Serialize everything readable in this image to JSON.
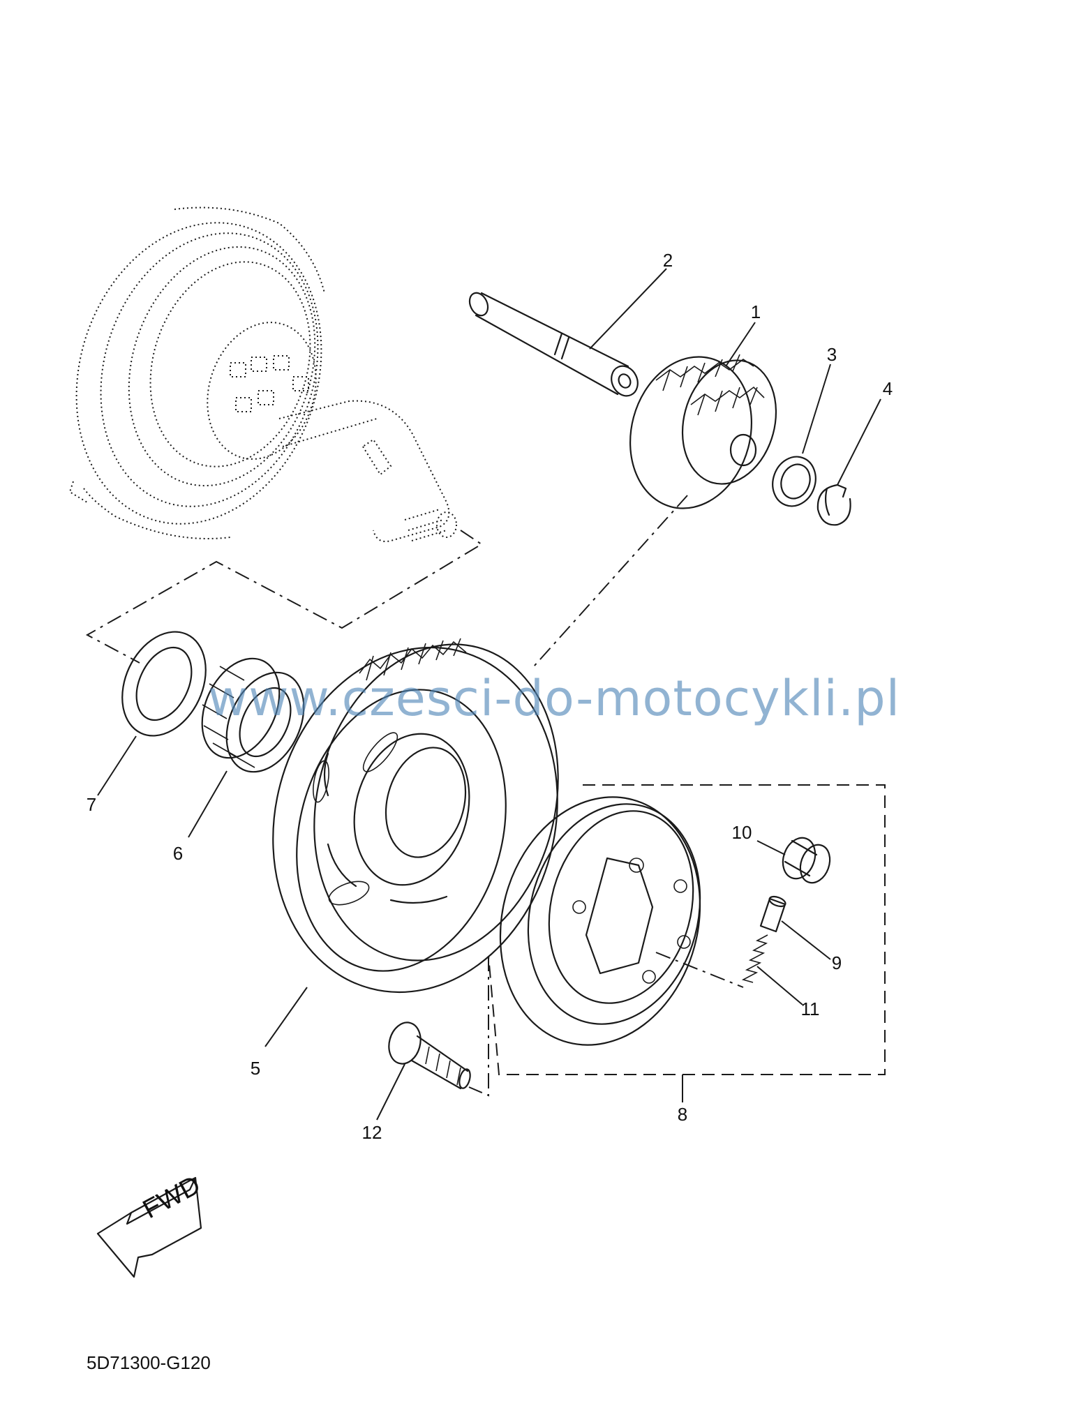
{
  "diagram": {
    "callouts": [
      "1",
      "2",
      "3",
      "4",
      "5",
      "6",
      "7",
      "8",
      "9",
      "10",
      "11",
      "12"
    ],
    "watermark": "www.czesci-do-motocykli.pl",
    "direction_label": "FWD",
    "part_code": "5D71300-G120"
  }
}
